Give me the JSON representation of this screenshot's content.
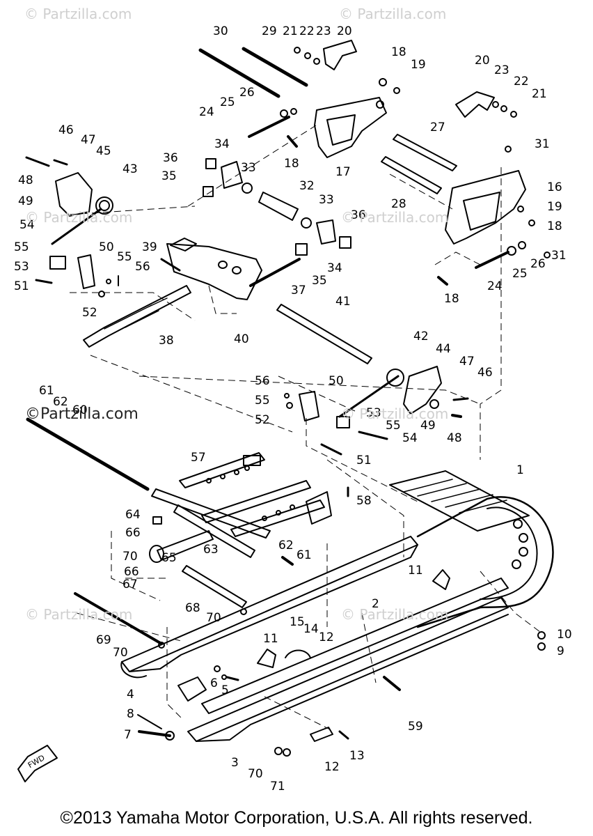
{
  "watermarks": {
    "text": "© Partzilla.com",
    "text_dark": "©Partzilla.com"
  },
  "fwd_label": "FWD",
  "copyright": "©2013 Yamaha Motor Corporation, U.S.A. All rights reserved.",
  "callouts": [
    "1",
    "2",
    "3",
    "4",
    "5",
    "6",
    "7",
    "8",
    "9",
    "10",
    "11",
    "12",
    "13",
    "14",
    "15",
    "16",
    "17",
    "18",
    "19",
    "20",
    "21",
    "22",
    "23",
    "24",
    "25",
    "26",
    "27",
    "28",
    "29",
    "30",
    "31",
    "32",
    "33",
    "34",
    "35",
    "36",
    "37",
    "38",
    "39",
    "40",
    "41",
    "42",
    "43",
    "44",
    "45",
    "46",
    "47",
    "48",
    "49",
    "50",
    "51",
    "52",
    "53",
    "54",
    "55",
    "56",
    "57",
    "58",
    "59",
    "60",
    "61",
    "62",
    "63",
    "64",
    "65",
    "66",
    "67",
    "68",
    "69",
    "70",
    "71"
  ]
}
